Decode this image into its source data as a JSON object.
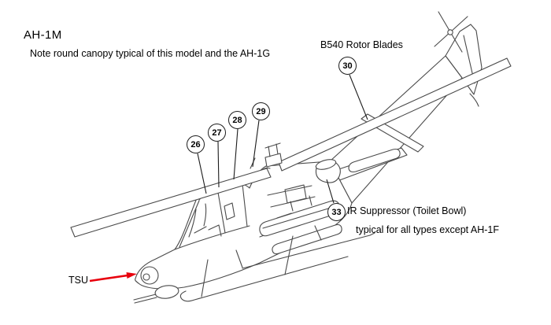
{
  "title": "AH-1M",
  "note": "Note round canopy typical of this model and the AH-1G",
  "labels": {
    "rotor_blades": "B540 Rotor Blades",
    "ir_suppressor": "IR Suppressor (Toilet Bowl)",
    "ir_suppressor_note": "typical for all types except AH-1F",
    "tsu": "TSU"
  },
  "callouts": [
    {
      "number": "26"
    },
    {
      "number": "27"
    },
    {
      "number": "28"
    },
    {
      "number": "29"
    },
    {
      "number": "30"
    },
    {
      "number": "33"
    }
  ],
  "colors": {
    "background": "#ffffff",
    "text": "#000000",
    "line_art": "#4a4a4a",
    "leader_line": "#1c1c1c",
    "callout_border": "#1c1c1c",
    "tsu_arrow": "#e8000d"
  }
}
